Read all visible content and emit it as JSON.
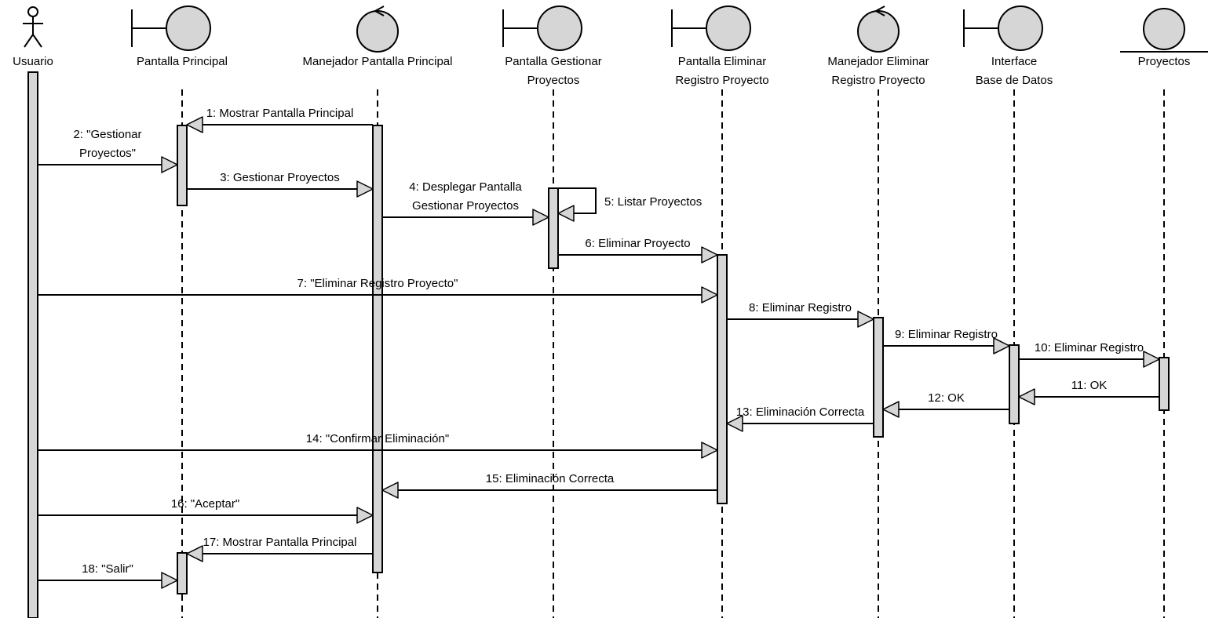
{
  "diagram_type": "sequence",
  "participants": [
    {
      "id": "usuario",
      "kind": "actor",
      "lines": [
        "Usuario"
      ]
    },
    {
      "id": "pantalla-principal",
      "kind": "boundary",
      "lines": [
        "Pantalla Principal"
      ]
    },
    {
      "id": "manejador-pantalla-principal",
      "kind": "control",
      "lines": [
        "Manejador Pantalla Principal"
      ]
    },
    {
      "id": "pantalla-gestionar-proyectos",
      "kind": "boundary",
      "lines": [
        "Pantalla Gestionar",
        "Proyectos"
      ]
    },
    {
      "id": "pantalla-eliminar-registro-proyecto",
      "kind": "boundary",
      "lines": [
        "Pantalla Eliminar",
        "Registro Proyecto"
      ]
    },
    {
      "id": "manejador-eliminar-registro-proyecto",
      "kind": "control",
      "lines": [
        "Manejador Eliminar",
        "Registro Proyecto"
      ]
    },
    {
      "id": "interface-base-de-datos",
      "kind": "boundary",
      "lines": [
        "Interface",
        "Base de Datos"
      ]
    },
    {
      "id": "proyectos",
      "kind": "entity",
      "lines": [
        "Proyectos"
      ]
    }
  ],
  "messages": [
    {
      "n": 1,
      "from": 2,
      "to": 1,
      "label": [
        "1: Mostrar Pantalla Principal"
      ]
    },
    {
      "n": 2,
      "from": 0,
      "to": 1,
      "label": [
        "2: \"Gestionar",
        "Proyectos\""
      ]
    },
    {
      "n": 3,
      "from": 1,
      "to": 2,
      "label": [
        "3: Gestionar Proyectos"
      ]
    },
    {
      "n": 4,
      "from": 2,
      "to": 3,
      "label": [
        "4: Desplegar Pantalla",
        "Gestionar Proyectos"
      ]
    },
    {
      "n": 5,
      "from": 3,
      "to": 3,
      "label": [
        "5: Listar Proyectos"
      ]
    },
    {
      "n": 6,
      "from": 3,
      "to": 4,
      "label": [
        "6: Eliminar Proyecto"
      ]
    },
    {
      "n": 7,
      "from": 0,
      "to": 4,
      "label": [
        "7: \"Eliminar Registro Proyecto\""
      ]
    },
    {
      "n": 8,
      "from": 4,
      "to": 5,
      "label": [
        "8: Eliminar Registro"
      ]
    },
    {
      "n": 9,
      "from": 5,
      "to": 6,
      "label": [
        "9: Eliminar Registro"
      ]
    },
    {
      "n": 10,
      "from": 6,
      "to": 7,
      "label": [
        "10: Eliminar Registro"
      ]
    },
    {
      "n": 11,
      "from": 7,
      "to": 6,
      "label": [
        "11: OK"
      ]
    },
    {
      "n": 12,
      "from": 6,
      "to": 5,
      "label": [
        "12: OK"
      ]
    },
    {
      "n": 13,
      "from": 5,
      "to": 4,
      "label": [
        "13: Eliminación Correcta"
      ]
    },
    {
      "n": 14,
      "from": 0,
      "to": 4,
      "label": [
        "14: \"Confirmar Eliminación\""
      ]
    },
    {
      "n": 15,
      "from": 4,
      "to": 2,
      "label": [
        "15: Eliminación Correcta"
      ]
    },
    {
      "n": 16,
      "from": 0,
      "to": 2,
      "label": [
        "16: \"Aceptar\""
      ]
    },
    {
      "n": 17,
      "from": 2,
      "to": 1,
      "label": [
        "17: Mostrar Pantalla Principal"
      ]
    },
    {
      "n": 18,
      "from": 0,
      "to": 1,
      "label": [
        "18: \"Salir\""
      ]
    }
  ],
  "colors": {
    "fill": "#d6d6d6",
    "line": "#000000",
    "background": "#ffffff"
  }
}
